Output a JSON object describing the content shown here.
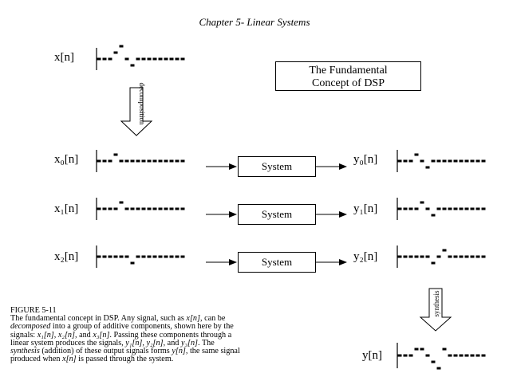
{
  "header": {
    "chapter": "Chapter 5- Linear Systems"
  },
  "title": {
    "line1": "The Fundamental",
    "line2": "Concept of DSP"
  },
  "labels": {
    "x": "x[n]",
    "x0": "x₀[n]",
    "x1": "x₁[n]",
    "x2": "x₂[n]",
    "y0": "y₀[n]",
    "y1": "y₁[n]",
    "y2": "y₂[n]",
    "y": "y[n]"
  },
  "arrows": {
    "decomposition": "decomposition",
    "synthesis": "synthesis"
  },
  "systems": {
    "system0": "System",
    "system1": "System",
    "system2": "System"
  },
  "caption": {
    "figure": "FIGURE 5-11",
    "p1": "The fundamental concept in DSP. Any signal, such as ",
    "x_n": "x[n]",
    "p2": ", can be ",
    "decomposed": "decomposed",
    "p3": " into a group of additive components, shown here by the signals: ",
    "x1_n": "x₁[n]",
    "c1": ", ",
    "x2_n": "x₂[n]",
    "c2": ", and ",
    "x3_n": "x₃[n]",
    "p4": ". Passing these components through a linear system produces the signals, ",
    "y1_n": "y₁[n]",
    "c3": ", ",
    "y2_n": "y₂[n]",
    "c4": ", and ",
    "y3_n": "y₃[n]",
    "p5": ". The ",
    "synthesis": "synthesis",
    "p6": " (addition) of these output signals forms ",
    "y_n": "y[n]",
    "p7": ", the same signal produced when ",
    "x_n2": "x[n]",
    "p8": " is passed through the system."
  },
  "signals": {
    "x": [
      0,
      0,
      0,
      1,
      2,
      0,
      -1,
      0,
      0,
      0,
      0,
      0,
      0,
      0,
      0,
      0
    ],
    "x0": [
      0,
      0,
      0,
      1,
      0,
      0,
      0,
      0,
      0,
      0,
      0,
      0,
      0,
      0,
      0,
      0
    ],
    "x1": [
      0,
      0,
      0,
      0,
      1,
      0,
      0,
      0,
      0,
      0,
      0,
      0,
      0,
      0,
      0,
      0
    ],
    "x2": [
      0,
      0,
      0,
      0,
      0,
      0,
      -1,
      0,
      0,
      0,
      0,
      0,
      0,
      0,
      0,
      0
    ],
    "y0": [
      0,
      0,
      0,
      1,
      0,
      -1,
      0,
      0,
      0,
      0,
      0,
      0,
      0,
      0,
      0,
      0
    ],
    "y1": [
      0,
      0,
      0,
      0,
      1,
      0,
      -1,
      0,
      0,
      0,
      0,
      0,
      0,
      0,
      0,
      0
    ],
    "y2": [
      0,
      0,
      0,
      0,
      0,
      0,
      -1,
      0,
      1,
      0,
      0,
      0,
      0,
      0,
      0,
      0
    ],
    "y": [
      0,
      0,
      0,
      1,
      1,
      0,
      -1,
      -2,
      1,
      0,
      0,
      0,
      0,
      0,
      0,
      0
    ]
  }
}
